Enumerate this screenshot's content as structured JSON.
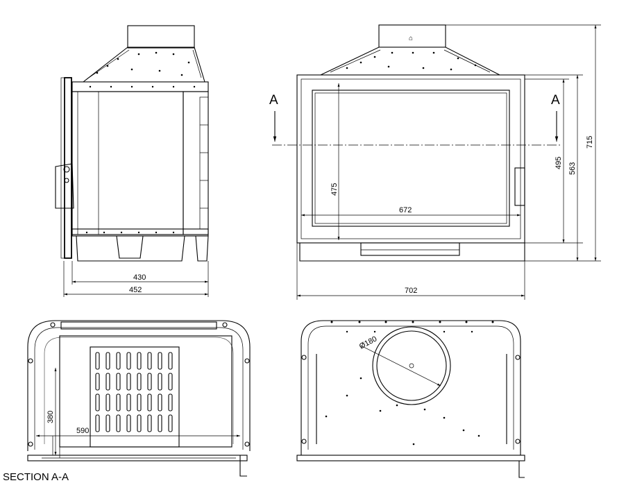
{
  "side_view": {
    "dimensions": [
      "430",
      "452"
    ]
  },
  "front_view": {
    "dimensions": [
      "715",
      "563",
      "495",
      "475",
      "672",
      "702"
    ],
    "section_marks": [
      "A",
      "A"
    ]
  },
  "rear_view": {
    "dimensions": [
      "380",
      "590"
    ]
  },
  "top_view": {
    "dimensions": [
      "Ø180"
    ]
  },
  "caption": "SECTION A-A"
}
